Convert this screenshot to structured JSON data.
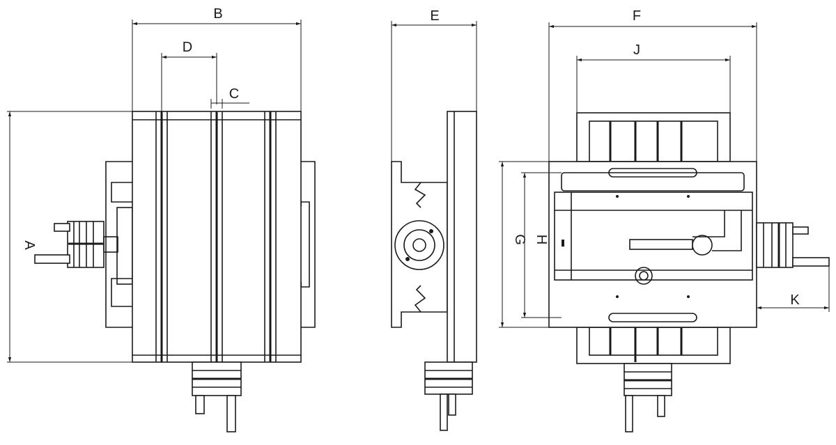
{
  "dimensions": {
    "A": "A",
    "B": "B",
    "C": "C",
    "D": "D",
    "E": "E",
    "F": "F",
    "G": "G",
    "H": "H",
    "J": "J",
    "K": "K"
  }
}
